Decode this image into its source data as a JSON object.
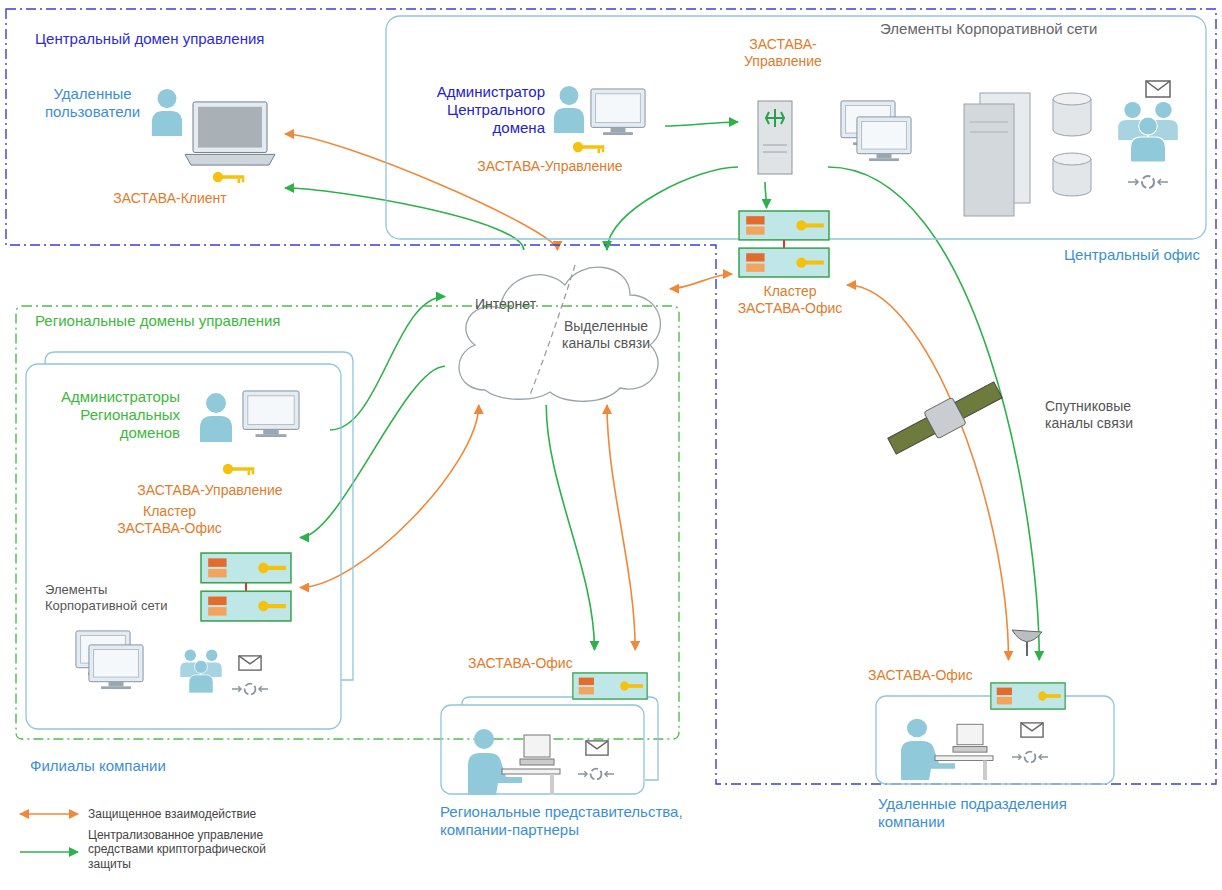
{
  "diagram": {
    "nodes": [
      {
        "text": [
          "Центральный домен управления"
        ]
      },
      {
        "text": [
          "Удаленные пользователи",
          "ЗАСТАВА-Клиент"
        ],
        "in": 0
      },
      {
        "text": [
          "Элементы Корпоративной сети",
          "Центральный офис"
        ],
        "in": 0
      },
      {
        "text": [
          "Администратор Центрального домена",
          "ЗАСТАВА-Управление"
        ],
        "in": 2
      },
      {
        "text": [
          "ЗАСТАВА-Управление"
        ],
        "in": 2
      },
      {
        "text": [
          "Кластер ЗАСТАВА-Офис"
        ],
        "in": 0
      },
      {
        "text": [
          "Региональные домены управления"
        ]
      },
      {
        "text": [
          "Элементы Корпоративной сети",
          "Филиалы компании"
        ],
        "in": 6
      },
      {
        "text": [
          "Администраторы Региональных доменов",
          "ЗАСТАВА-Управление"
        ],
        "in": 7
      },
      {
        "text": [
          "Кластер ЗАСТАВА-Офис"
        ],
        "in": 7
      },
      {
        "text": [
          "Интернет",
          "Выделенные каналы связи"
        ]
      },
      {
        "text": [
          "Региональные представительства, компании-партнеры"
        ]
      },
      {
        "text": [
          "ЗАСТАВА-Офис"
        ],
        "in": 11
      },
      {
        "text": [
          "Удаленные подразделения компании"
        ],
        "in": 0
      },
      {
        "text": [
          "ЗАСТАВА-Офис"
        ],
        "in": 13
      }
    ],
    "edges": [
      {
        "from": 3,
        "to": 4,
        "arrow": "to"
      },
      {
        "from": 4,
        "to": 5,
        "arrow": "to"
      },
      {
        "from": 4,
        "to": 10,
        "arrow": "to"
      },
      {
        "from": 10,
        "to": 1,
        "arrow": "to"
      },
      {
        "from": 1,
        "to": 10,
        "arrow": "both"
      },
      {
        "from": 5,
        "to": 10,
        "arrow": "both"
      },
      {
        "from": 4,
        "to": 14,
        "arrow": "to"
      },
      {
        "from": 5,
        "to": 14,
        "arrow": "both"
      },
      {
        "from": 8,
        "to": 10,
        "arrow": "to"
      },
      {
        "from": 10,
        "to": 9,
        "arrow": "to"
      },
      {
        "from": 9,
        "to": 10,
        "arrow": "both"
      },
      {
        "from": 10,
        "to": 12,
        "arrow": "to"
      },
      {
        "from": 10,
        "to": 12,
        "arrow": "both"
      }
    ],
    "labels": [
      "Спутниковые каналы связи"
    ],
    "legend": [
      {
        "text": "Защищенное взаимодействие"
      },
      {
        "text": "Централизованное управление средствами криптографической защиты"
      }
    ]
  }
}
